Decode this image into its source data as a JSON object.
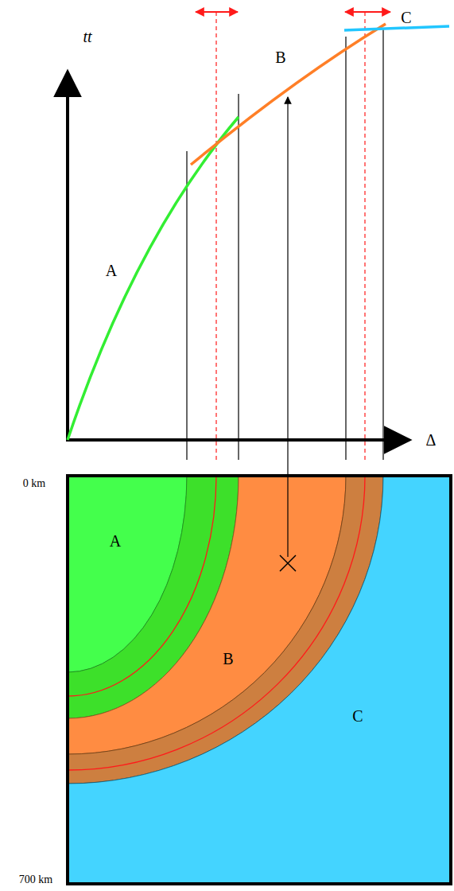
{
  "diagram": {
    "nodes": [
      {
        "text": [
          "A"
        ]
      },
      {
        "text": [
          "B"
        ]
      },
      {
        "text": [
          "C"
        ]
      }
    ],
    "labels": [
      "tt",
      "B",
      "C",
      "A",
      "Δ",
      "0 km",
      "700 km"
    ]
  }
}
